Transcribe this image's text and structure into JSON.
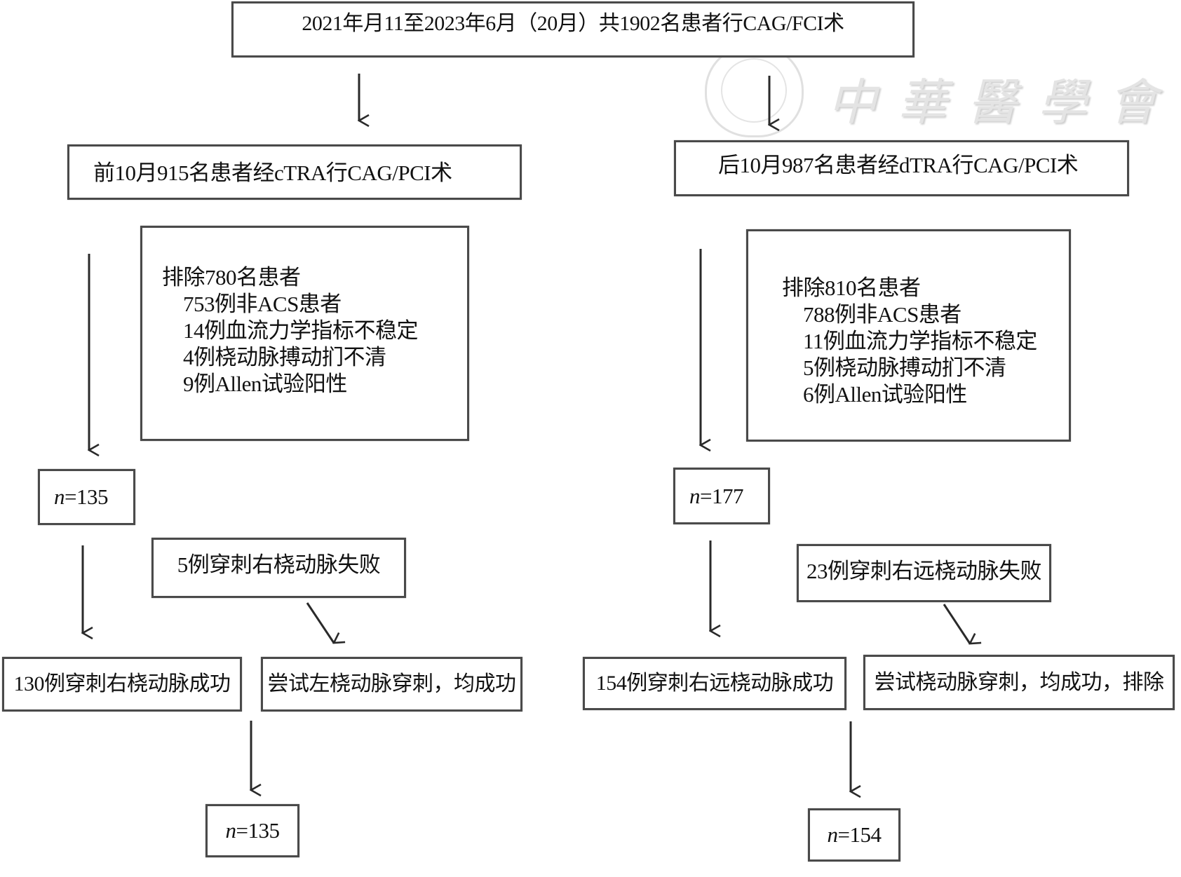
{
  "watermark": {
    "text": "中華醫學會",
    "seal_icon": "chinese-medical-association-seal"
  },
  "top": {
    "label": "2021年月11至2023年6月（20月）共1902名患者行CAG/FCI术"
  },
  "left_branch": {
    "cohort": "前10月915名患者经cTRA行CAG/PCI术",
    "exclusion": {
      "title": "排除780名患者",
      "items": [
        "753例非ACS患者",
        "14例血流力学指标不稳定",
        "4例桡动脉搏动扪不清",
        "9例Allen试验阳性"
      ]
    },
    "n_after_exclusion": {
      "var": "n",
      "eq": "=135"
    },
    "failure": "5例穿刺右桡动脉失败",
    "success": "130例穿刺右桡动脉成功",
    "failure_outcome": "尝试左桡动脉穿刺，均成功",
    "final_n": {
      "var": "n",
      "eq": "=135"
    }
  },
  "right_branch": {
    "cohort": "后10月987名患者经dTRA行CAG/PCI术",
    "exclusion": {
      "title": "排除810名患者",
      "items": [
        "788例非ACS患者",
        "11例血流力学指标不稳定",
        "5例桡动脉搏动扪不清",
        "6例Allen试验阳性"
      ]
    },
    "n_after_exclusion": {
      "var": "n",
      "eq": "=177"
    },
    "failure": "23例穿刺右远桡动脉失败",
    "success": "154例穿刺右远桡动脉成功",
    "failure_outcome": "尝试桡动脉穿刺，均成功，排除",
    "final_n": {
      "var": "n",
      "eq": "=154"
    }
  },
  "colors": {
    "border": "#4a4a4a",
    "arrow": "#2a2a2a",
    "watermark": "#d8d8d8"
  }
}
